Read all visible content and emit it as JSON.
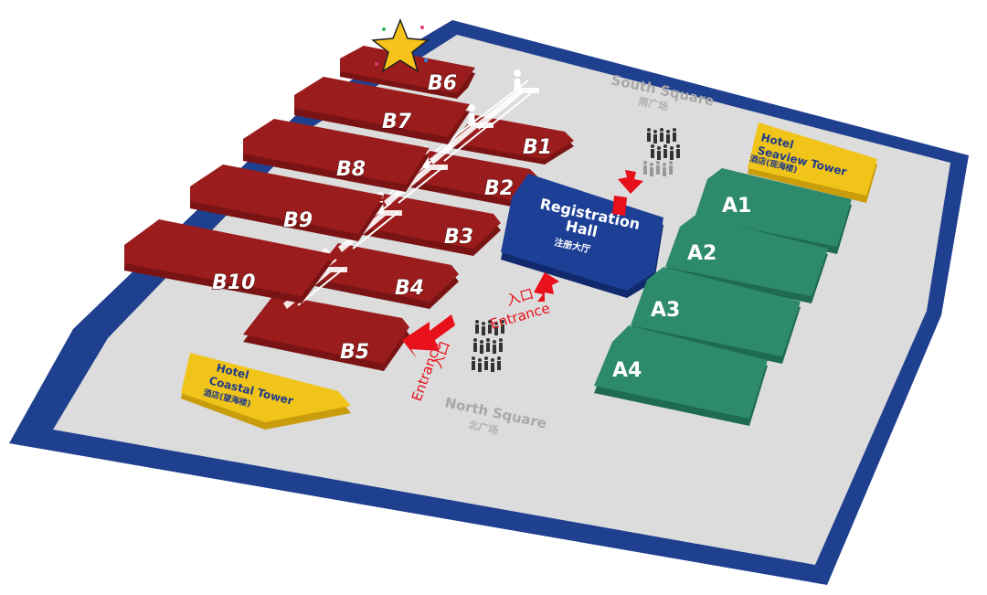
{
  "colors": {
    "border": "#1f3f8f",
    "ground": "#dcdcdc",
    "hall_b": "#9b1c1c",
    "hall_a": "#2e8a6c",
    "registration": "#1d3f96",
    "hotel": "#f0c419",
    "arrow": "#e8101a"
  },
  "halls_b": [
    {
      "label": "B1"
    },
    {
      "label": "B2"
    },
    {
      "label": "B3"
    },
    {
      "label": "B4"
    },
    {
      "label": "B5"
    },
    {
      "label": "B6"
    },
    {
      "label": "B7"
    },
    {
      "label": "B8"
    },
    {
      "label": "B9"
    },
    {
      "label": "B10"
    }
  ],
  "halls_a": [
    {
      "label": "A1"
    },
    {
      "label": "A2"
    },
    {
      "label": "A3"
    },
    {
      "label": "A4"
    }
  ],
  "registration": {
    "line1": "Registration",
    "line2": "Hall",
    "cn": "注册大厅"
  },
  "south_square": {
    "en": "South Square",
    "cn": "南广场"
  },
  "north_square": {
    "en": "North Square",
    "cn": "北广场"
  },
  "hotel_seaview": {
    "line1": "Hotel",
    "line2": "Seaview Tower",
    "cn": "酒店(观海楼)"
  },
  "hotel_coastal": {
    "line1": "Hotel",
    "line2": "Coastal Tower",
    "cn": "酒店(望海楼)"
  },
  "entrance_1": {
    "cn": "入口",
    "en": "Entrance"
  },
  "entrance_2": {
    "cn": "入口",
    "en": "Entrance"
  },
  "icons": [
    "star-icon",
    "escalator-icon",
    "crowd-icon",
    "arrow-icon"
  ]
}
